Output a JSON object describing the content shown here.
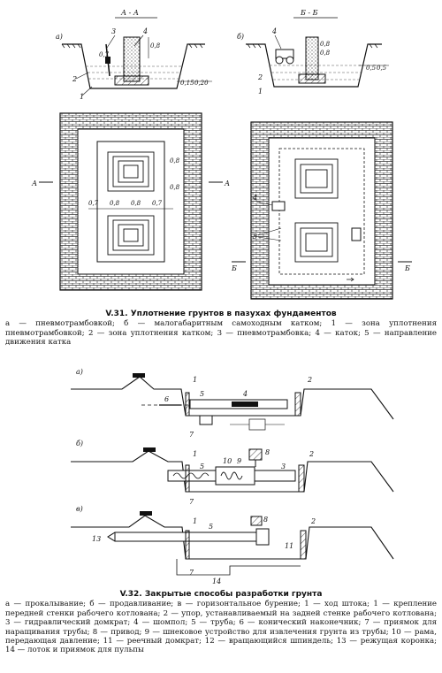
{
  "figure_v31": {
    "section_aa": "А - А",
    "section_bb": "Б - Б",
    "view_a": "а)",
    "view_b": "б)",
    "labels_a": [
      "1",
      "2",
      "3",
      "4"
    ],
    "dims_a": [
      "0,8",
      "0,7",
      "0,15",
      "0,20"
    ],
    "labels_b": [
      "1",
      "2",
      "4"
    ],
    "dims_b": [
      "0,8",
      "0,8",
      "0,5",
      "0,5"
    ],
    "plan_a_mark": "А",
    "plan_b_mark": "Б",
    "plan_a_dims": [
      "0,7",
      "0,8",
      "0,8",
      "0,7",
      "0,8",
      "0,8"
    ],
    "plan_b_labels": [
      "4",
      "5"
    ],
    "caption_title": "V.31. Уплотнение грунтов в пазухах фундаментов",
    "caption_text": "а — пневмотрамбовкой; б — малогабаритным самоходным катком; 1 — зона уплотнения пневмотрамбовкой; 2 — зона уплотнения катком; 3 — пневмотрамбовка; 4 — каток; 5 — направление движения катка"
  },
  "figure_v32": {
    "view_a": "а)",
    "view_b": "б)",
    "view_c": "в)",
    "labels_a": [
      "1",
      "2",
      "4",
      "5",
      "6",
      "7"
    ],
    "labels_b": [
      "1",
      "2",
      "3",
      "5",
      "7",
      "8",
      "9",
      "10"
    ],
    "labels_c": [
      "1",
      "2",
      "5",
      "7",
      "8",
      "11",
      "13",
      "14"
    ],
    "caption_title": "V.32. Закрытые способы разработки грунта",
    "caption_text": "а — прокалывание; б — продавливание; в — горизонтальное бурение; 1 — ход штока; 1 — крепление передней стенки рабочего котлована; 2 — упор, устанавливаемый на задней стенке рабочего котлована; 3 — гидравлический домкрат; 4 — шомпол; 5 — труба; 6 — конический наконечник; 7 — приямок для наращивания трубы; 8 — привод; 9 — шнековое устройство для извлечения грунта из трубы; 10 — рама, передающая давление; 11 — реечный домкрат; 12 — вращающийся шпиндель; 13 — режущая коронка; 14 — лоток и приямок для пульпы"
  }
}
